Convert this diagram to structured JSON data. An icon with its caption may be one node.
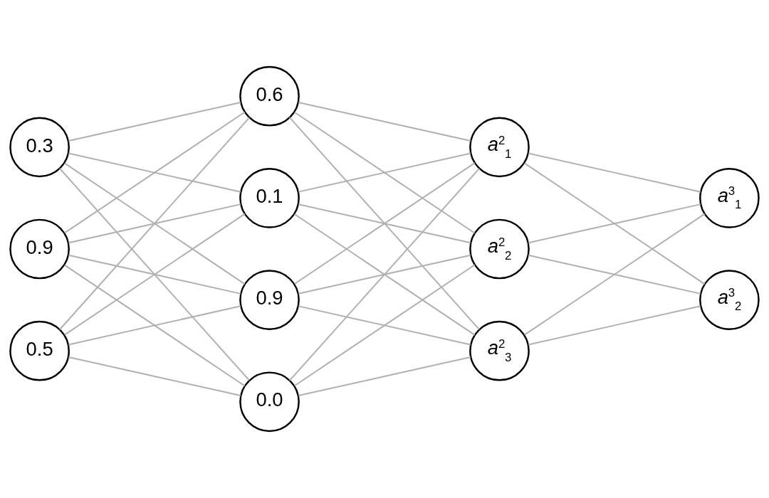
{
  "diagram": {
    "nodes": [
      {
        "text": [
          "0.3"
        ]
      },
      {
        "text": [
          "0.9"
        ]
      },
      {
        "text": [
          "0.5"
        ]
      },
      {
        "text": [
          "0.6"
        ]
      },
      {
        "text": [
          "0.1"
        ]
      },
      {
        "text": [
          "0.9"
        ]
      },
      {
        "text": [
          "0.0"
        ]
      },
      {
        "text": [
          "*a*$^{2}$$_{1}$"
        ]
      },
      {
        "text": [
          "*a*$^{2}$$_{2}$"
        ]
      },
      {
        "text": [
          "*a*$^{2}$$_{3}$"
        ]
      },
      {
        "text": [
          "*a*$^{3}$$_{1}$"
        ]
      },
      {
        "text": [
          "*a*$^{3}$$_{2}$"
        ]
      }
    ],
    "edges": [
      {
        "from": 0,
        "to": 3,
        "arrow": "none"
      },
      {
        "from": 0,
        "to": 4,
        "arrow": "none"
      },
      {
        "from": 0,
        "to": 5,
        "arrow": "none"
      },
      {
        "from": 0,
        "to": 6,
        "arrow": "none"
      },
      {
        "from": 1,
        "to": 3,
        "arrow": "none"
      },
      {
        "from": 1,
        "to": 4,
        "arrow": "none"
      },
      {
        "from": 1,
        "to": 5,
        "arrow": "none"
      },
      {
        "from": 1,
        "to": 6,
        "arrow": "none"
      },
      {
        "from": 2,
        "to": 3,
        "arrow": "none"
      },
      {
        "from": 2,
        "to": 4,
        "arrow": "none"
      },
      {
        "from": 2,
        "to": 5,
        "arrow": "none"
      },
      {
        "from": 2,
        "to": 6,
        "arrow": "none"
      },
      {
        "from": 3,
        "to": 7,
        "arrow": "none"
      },
      {
        "from": 3,
        "to": 8,
        "arrow": "none"
      },
      {
        "from": 3,
        "to": 9,
        "arrow": "none"
      },
      {
        "from": 4,
        "to": 7,
        "arrow": "none"
      },
      {
        "from": 4,
        "to": 8,
        "arrow": "none"
      },
      {
        "from": 4,
        "to": 9,
        "arrow": "none"
      },
      {
        "from": 5,
        "to": 7,
        "arrow": "none"
      },
      {
        "from": 5,
        "to": 8,
        "arrow": "none"
      },
      {
        "from": 5,
        "to": 9,
        "arrow": "none"
      },
      {
        "from": 6,
        "to": 7,
        "arrow": "none"
      },
      {
        "from": 6,
        "to": 8,
        "arrow": "none"
      },
      {
        "from": 6,
        "to": 9,
        "arrow": "none"
      },
      {
        "from": 7,
        "to": 10,
        "arrow": "none"
      },
      {
        "from": 7,
        "to": 11,
        "arrow": "none"
      },
      {
        "from": 8,
        "to": 10,
        "arrow": "none"
      },
      {
        "from": 8,
        "to": 11,
        "arrow": "none"
      },
      {
        "from": 9,
        "to": 10,
        "arrow": "none"
      },
      {
        "from": 9,
        "to": 11,
        "arrow": "none"
      }
    ]
  }
}
